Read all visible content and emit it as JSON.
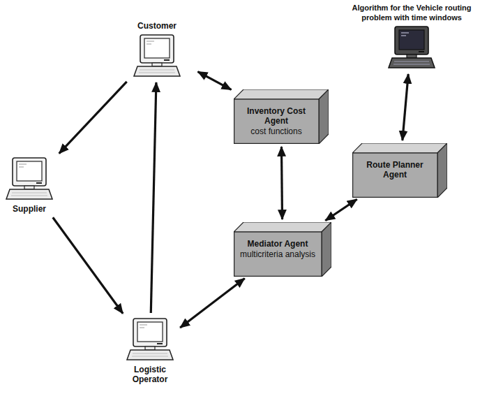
{
  "diagram": {
    "nodes": [
      {
        "text": [
          "Customer"
        ]
      },
      {
        "text": [
          "Algorithm for the Vehicle routing problem with time windows"
        ]
      },
      {
        "text": [
          "Inventory Cost Agent",
          "cost functions"
        ]
      },
      {
        "text": [
          "Route Planner Agent"
        ]
      },
      {
        "text": [
          "Supplier"
        ]
      },
      {
        "text": [
          "Mediator Agent",
          "multicriteria analysis"
        ]
      },
      {
        "text": [
          "Logistic Operator"
        ]
      }
    ],
    "edges": [
      {
        "from": 0,
        "to": 2,
        "arrow": "both"
      },
      {
        "from": 0,
        "to": 4,
        "arrow": "to"
      },
      {
        "from": 4,
        "to": 6,
        "arrow": "to"
      },
      {
        "from": 6,
        "to": 0,
        "arrow": "to"
      },
      {
        "from": 2,
        "to": 5,
        "arrow": "both"
      },
      {
        "from": 3,
        "to": 1,
        "arrow": "both"
      },
      {
        "from": 5,
        "to": 3,
        "arrow": "both"
      },
      {
        "from": 6,
        "to": 5,
        "arrow": "both"
      }
    ]
  }
}
